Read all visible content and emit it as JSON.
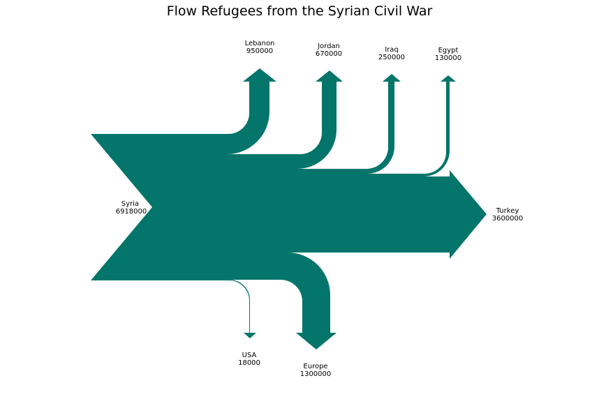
{
  "chart_data": {
    "type": "sankey",
    "title": "Flow Refugees from the Syrian Civil War",
    "color": "#03756A",
    "source": {
      "name": "Syria",
      "value": "6918000"
    },
    "flows": [
      {
        "name": "Lebanon",
        "value": "950000",
        "direction": "up"
      },
      {
        "name": "Jordan",
        "value": "670000",
        "direction": "up"
      },
      {
        "name": "Iraq",
        "value": "250000",
        "direction": "up"
      },
      {
        "name": "Egypt",
        "value": "130000",
        "direction": "up"
      },
      {
        "name": "Turkey",
        "value": "3600000",
        "direction": "right"
      },
      {
        "name": "USA",
        "value": "18000",
        "direction": "down"
      },
      {
        "name": "Europe",
        "value": "1300000",
        "direction": "down"
      }
    ]
  }
}
